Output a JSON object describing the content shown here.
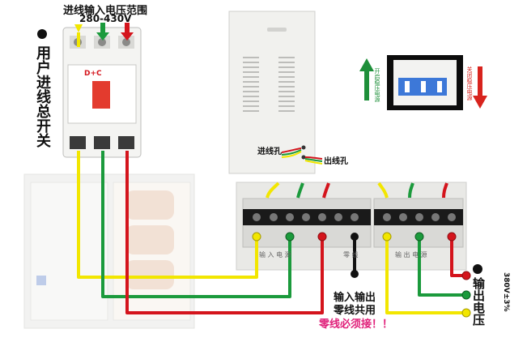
{
  "top_title": "进线输入电压范围",
  "top_range": "280-430V",
  "left_bullet_label": "用户进线总开关",
  "wire_in_label": "进线孔",
  "wire_out_label": "出线孔",
  "breaker_brand": "D+C",
  "small_breaker_left_note": "开启稳压电源",
  "small_breaker_right_note": "关闭稳压电源",
  "terminal_left_text": "输 入 电 源",
  "terminal_mid_text": "零 线",
  "terminal_right_text": "输 出 电 源",
  "neutral_note_line1": "输入输出",
  "neutral_note_line2": "零线共用",
  "neutral_warning": "零线必须接！！",
  "output_label": "输出电压",
  "output_spec": "380V±3%",
  "colors": {
    "yellow_wire": "#f2e600",
    "green_wire": "#1b9a3c",
    "red_wire": "#d4141c",
    "black_wire": "#111111",
    "cabinet": "#f1f1ee",
    "warning_text": "#e0207a"
  }
}
